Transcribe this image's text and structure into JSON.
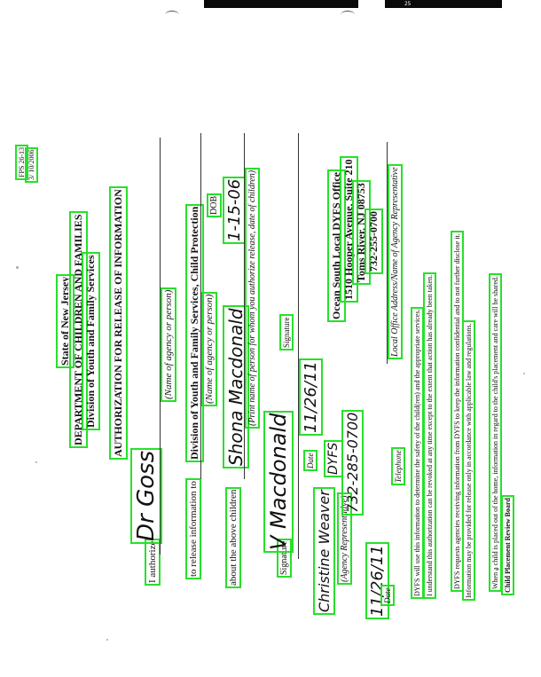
{
  "header": {
    "bar_items": [
      "",
      "",
      "",
      "",
      "",
      ""
    ],
    "page_number": "25"
  },
  "form_id": {
    "code": "FPS 26-13",
    "revision": "3/ 10/2006"
  },
  "title": {
    "state": "State of New Jersey",
    "department": "DEPARTMENT OF CHILDREN AND FAMILIES",
    "division": "Division of Youth and Family Services",
    "form_title": "AUTHORIZATION FOR RELEASE OF INFORMATION"
  },
  "authorize": {
    "prefix": "I authorize",
    "handwritten": "Dr Goss",
    "caption": "(Name of agency or person)"
  },
  "release": {
    "prefix": "to release information to",
    "value": "Division of Youth and Family Services, Child Protection",
    "caption": "(Name of agency or person)",
    "extra": "DOB"
  },
  "about": {
    "prefix": "about the above children",
    "handwritten_name": "Shona Macdonald",
    "dob": "1-15-06",
    "caption": "(Print name of person for whom you authorize release, date of children)"
  },
  "signature": {
    "label": "Signature",
    "caption": "Signature",
    "handwritten_sig": "V Macdonald",
    "date_handwritten": "11/26/11",
    "date_label": "Date"
  },
  "agency_rep": {
    "handwritten": "Christine Weaver",
    "extra_hw": "DYFS",
    "caption": "(Agency Representative)",
    "phone_handwritten": "732-285-0700",
    "phone_label": "Telephone",
    "date_handwritten": "11/26/11",
    "date_label": "Date"
  },
  "office": {
    "name": "Ocean South Local DYFS Office",
    "street": "1510 Hooper Avenue, Suite 210",
    "city": "Toms River, NJ 08753",
    "phone": "732-255-0700",
    "caption": "Local Office Address/Name of Agency Representative"
  },
  "body": {
    "p1a": "DYFS will use this information to determine the safety of the child(ren) and the appropriate services.",
    "p1b": "I understand this authorization can be revoked at any time except to the extent that action has already been taken.",
    "p2a": "DYFS requests agencies receiving information from DYFS to keep the information confidential and to not further disclose it.",
    "p2b": "Information may be provided for release only in accordance with applicable law and regulations.",
    "p3a": "When a child is placed out of the home, information in regard to the child's placement and care will be shared.",
    "p3b": "Child Placement Review Board"
  }
}
